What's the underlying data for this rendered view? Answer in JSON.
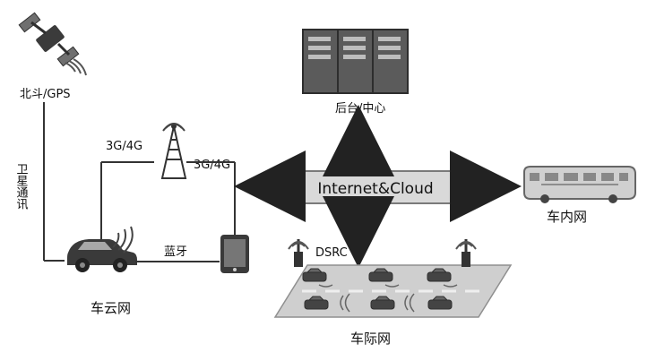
{
  "diagram": {
    "satellite_label": "北斗/GPS",
    "satellite_comm_label": "卫星通讯",
    "cellular_left_label": "3G/4G",
    "cellular_right_label": "3G/4G",
    "bluetooth_label": "蓝牙",
    "car_cloud_label": "车云网",
    "center_label": "Internet&Cloud",
    "backend_label": "后台/中心",
    "in_vehicle_label": "车内网",
    "dsrc_label": "DSRC",
    "v2x_label": "车际网"
  },
  "colors": {
    "background": "#ffffff",
    "line": "#333333",
    "box_fill": "#d9d9d9",
    "box_border": "#7a7a7a",
    "arrow": "#222222",
    "vehicle": "#3a3a3a",
    "road": "#cfcfcf"
  },
  "icons": [
    "satellite-icon",
    "cell-tower-icon",
    "car-icon",
    "smartphone-icon",
    "server-rack-icon",
    "bus-icon",
    "rsu-antenna-icon",
    "road-icon"
  ]
}
